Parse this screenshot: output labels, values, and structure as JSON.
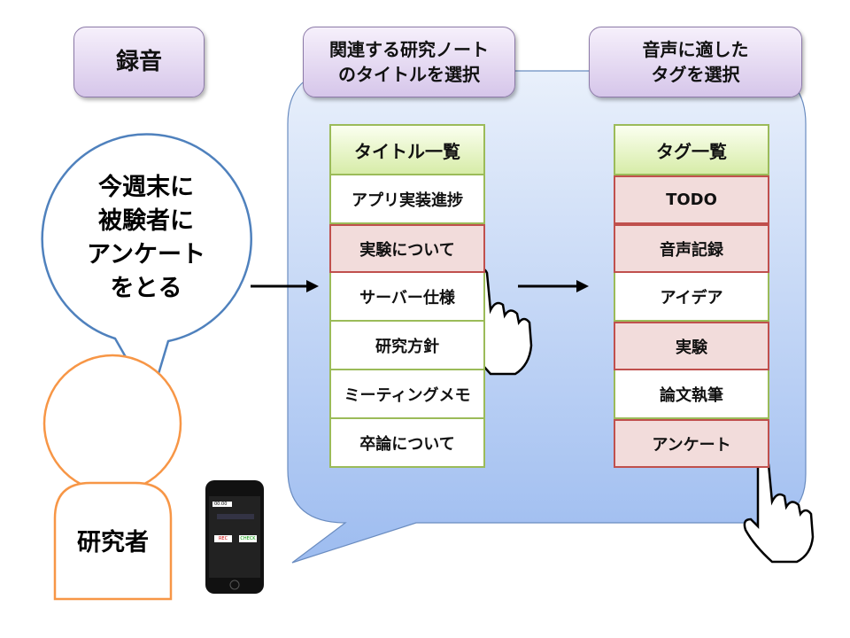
{
  "headers": {
    "record": "録音",
    "select_title": "関連する研究ノート\nのタイトルを選択",
    "select_tag": "音声に適した\nタグを選択"
  },
  "speech": "今週末に\n被験者に\nアンケート\nをとる",
  "person": "研究者",
  "titles": {
    "header": "タイトル一覧",
    "items": [
      {
        "label": "アプリ実装進捗",
        "selected": false
      },
      {
        "label": "実験について",
        "selected": true
      },
      {
        "label": "サーバー仕様",
        "selected": false
      },
      {
        "label": "研究方針",
        "selected": false
      },
      {
        "label": "ミーティングメモ",
        "selected": false
      },
      {
        "label": "卒論について",
        "selected": false
      }
    ]
  },
  "tags": {
    "header": "タグ一覧",
    "items": [
      {
        "label": "TODO",
        "selected": true
      },
      {
        "label": "音声記録",
        "selected": true
      },
      {
        "label": "アイデア",
        "selected": false
      },
      {
        "label": "実験",
        "selected": true
      },
      {
        "label": "論文執筆",
        "selected": false
      },
      {
        "label": "アンケート",
        "selected": true
      }
    ]
  },
  "phone": {
    "time": "00:00",
    "rec": "REC",
    "check": "CHECK"
  },
  "colors": {
    "selected_fill": "#f2dcdb",
    "selected_border": "#c0504d",
    "list_border": "#9bbb59",
    "person_outline": "#f79646",
    "bubble_outline": "#4f81bd"
  }
}
